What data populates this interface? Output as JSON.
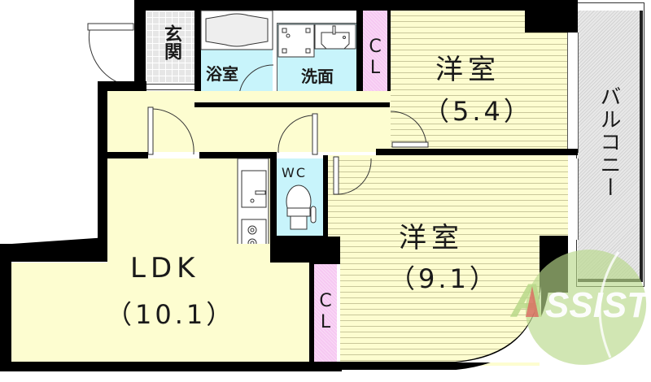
{
  "floor_plan": {
    "rooms": [
      {
        "id": "genkan",
        "name": "玄関",
        "name_en": "Entrance"
      },
      {
        "id": "bath",
        "name": "浴室",
        "name_en": "Bathroom"
      },
      {
        "id": "washroom",
        "name": "洗面",
        "name_en": "Washroom"
      },
      {
        "id": "closet_top",
        "name": "CL",
        "name_en": "Closet"
      },
      {
        "id": "western_room_1",
        "name": "洋室",
        "size": "（5.4）",
        "name_en": "Western-style room",
        "size_jo": 5.4
      },
      {
        "id": "balcony",
        "name": "バルコニー",
        "name_en": "Balcony"
      },
      {
        "id": "wc",
        "name": "WC",
        "name_en": "Toilet"
      },
      {
        "id": "ldk",
        "name": "LDK",
        "size": "（10.1）",
        "name_en": "Living Dining Kitchen",
        "size_jo": 10.1
      },
      {
        "id": "western_room_2",
        "name": "洋室",
        "size": "（9.1）",
        "name_en": "Western-style room",
        "size_jo": 9.1
      },
      {
        "id": "closet_bottom",
        "name": "CL",
        "name_en": "Closet"
      }
    ],
    "watermark": "ASSIST",
    "colors": {
      "wall": "#000000",
      "room_floor": "#fdfdd0",
      "wet_area": "#c8f4fb",
      "closet": "#f6c8f2",
      "entrance_tile": "#e6e6e6",
      "balcony": "#e8e8e8",
      "watermark_green": "#b9d98a",
      "watermark_red": "#e05a5a"
    }
  }
}
